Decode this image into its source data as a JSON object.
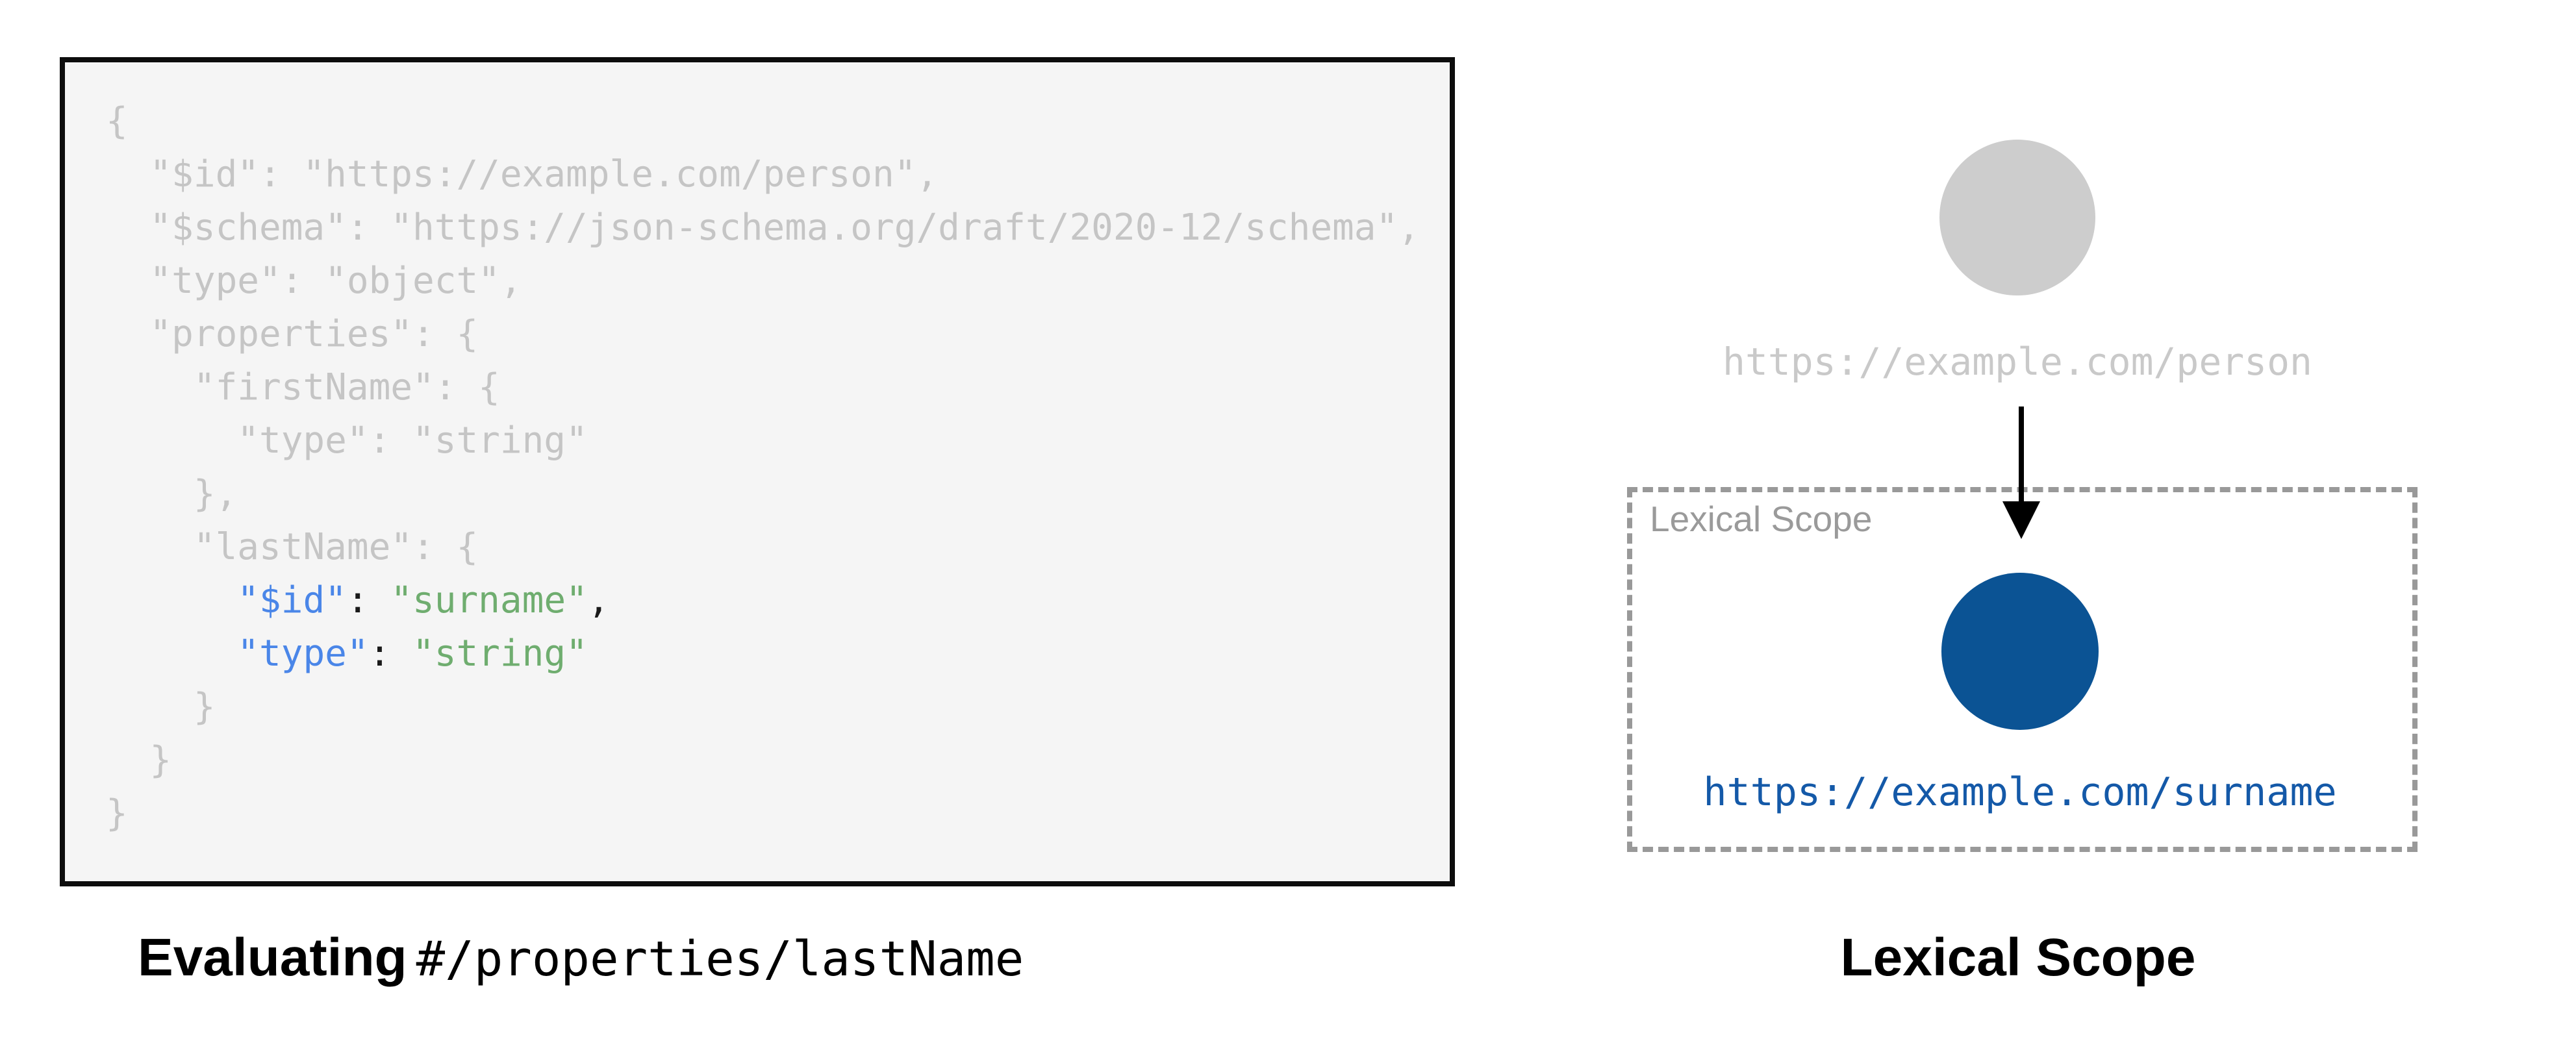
{
  "colors": {
    "code_default": "#c5c5c5",
    "code_key": "#4a86e8",
    "code_string": "#6fad6f",
    "code_punct": "#1a1a1a",
    "gray_circle": "#cdcdcd",
    "blue_circle": "#0b5394",
    "url_muted": "#c9c9c9",
    "url_blue": "#1459a8",
    "dashed_border": "#999999",
    "scope_label_gray": "#9a9a9a"
  },
  "code_panel": {
    "lines": [
      "{",
      "  \"$id\": \"https://example.com/person\",",
      "  \"$schema\": \"https://json-schema.org/draft/2020-12/schema\",",
      "  \"type\": \"object\",",
      "  \"properties\": {",
      "    \"firstName\": {",
      "      \"type\": \"string\"",
      "    },",
      "    \"lastName\": {"
    ],
    "highlight_lines": {
      "id_line": {
        "indent": "      ",
        "key": "\"$id\"",
        "sep": ": ",
        "value": "\"surname\"",
        "trail": ","
      },
      "type_line": {
        "indent": "      ",
        "key": "\"type\"",
        "sep": ": ",
        "value": "\"string\"",
        "trail": ""
      }
    },
    "closing_lines": [
      "    }",
      "  }",
      "}"
    ]
  },
  "diagram": {
    "parent_uri": "https://example.com/person",
    "scope_label": "Lexical Scope",
    "child_uri": "https://example.com/surname"
  },
  "captions": {
    "left_bold": "Evaluating",
    "left_code": "#/properties/lastName",
    "right_bold": "Lexical Scope"
  }
}
